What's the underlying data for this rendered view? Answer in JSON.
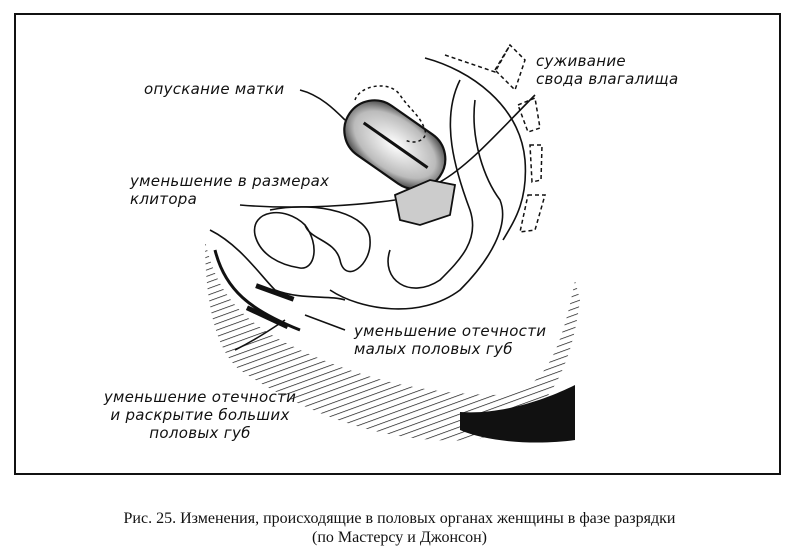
{
  "figure": {
    "labels": {
      "uterus": "опускание матки",
      "clitoris_line1": "уменьшение в размерах",
      "clitoris_line2": "клитора",
      "vault_line1": "суживание",
      "vault_line2": "свода влагалища",
      "labia_minora_line1": "уменьшение отечности",
      "labia_minora_line2": "малых половых губ",
      "labia_majora_line1": "уменьшение отечности",
      "labia_majora_line2": "и раскрытие больших",
      "labia_majora_line3": "половых губ"
    },
    "caption": {
      "line1": "Рис. 25. Изменения, происходящие в половых органах женщины в фазе разрядки",
      "line2": "(по Мастерсу и Джонсон)"
    },
    "colors": {
      "ink": "#111111",
      "background": "#ffffff"
    }
  }
}
